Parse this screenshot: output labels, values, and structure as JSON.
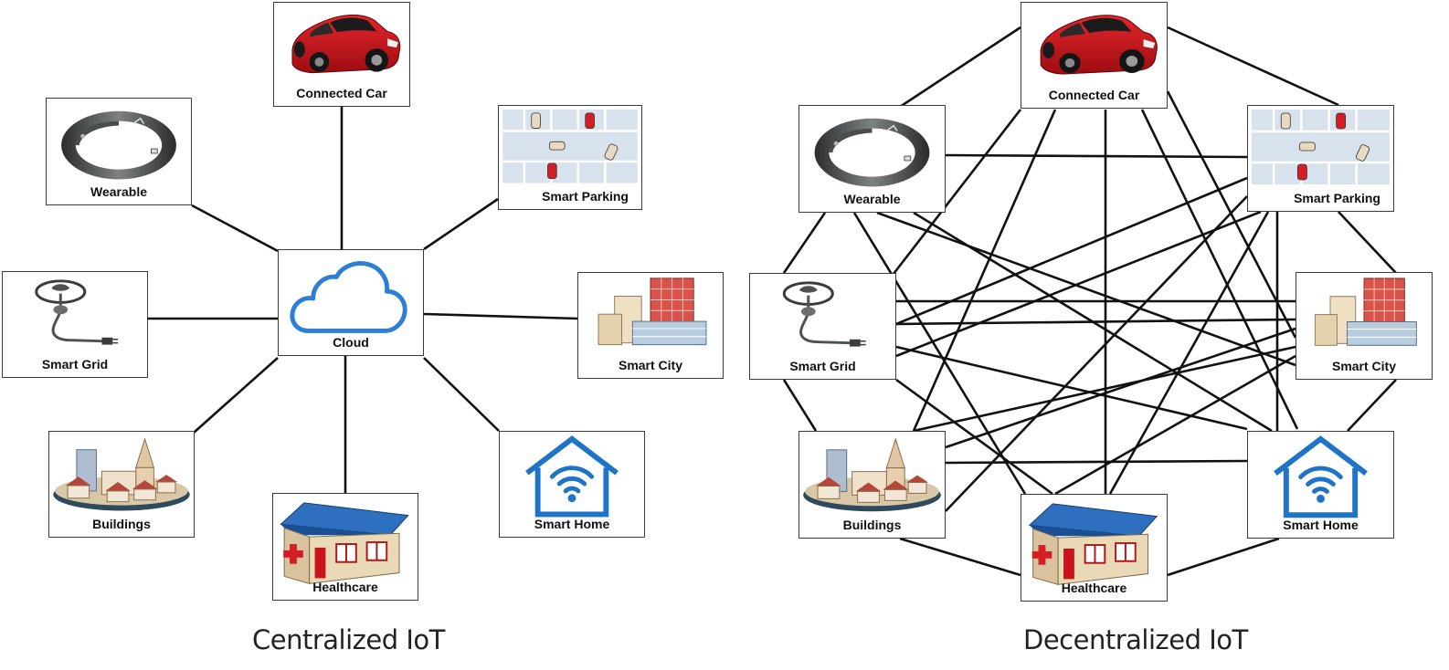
{
  "centralized": {
    "caption": "Centralized IoT",
    "hub": {
      "label": "Cloud",
      "icon": "cloud-icon"
    },
    "nodes": [
      {
        "id": "car",
        "label": "Connected Car",
        "icon": "car-icon"
      },
      {
        "id": "wearable",
        "label": "Wearable",
        "icon": "wearable-band-icon"
      },
      {
        "id": "parking",
        "label": "Smart Parking",
        "icon": "parking-lot-icon"
      },
      {
        "id": "grid",
        "label": "Smart Grid",
        "icon": "power-plug-icon"
      },
      {
        "id": "city",
        "label": "Smart City",
        "icon": "city-buildings-icon"
      },
      {
        "id": "buildings",
        "label": "Buildings",
        "icon": "town-buildings-icon"
      },
      {
        "id": "home",
        "label": "Smart Home",
        "icon": "wifi-house-icon"
      },
      {
        "id": "health",
        "label": "Healthcare",
        "icon": "hospital-icon"
      }
    ]
  },
  "decentralized": {
    "caption": "Decentralized IoT",
    "nodes": [
      {
        "id": "car",
        "label": "Connected Car",
        "icon": "car-icon"
      },
      {
        "id": "wearable",
        "label": "Wearable",
        "icon": "wearable-band-icon"
      },
      {
        "id": "parking",
        "label": "Smart Parking",
        "icon": "parking-lot-icon"
      },
      {
        "id": "grid",
        "label": "Smart Grid",
        "icon": "power-plug-icon"
      },
      {
        "id": "city",
        "label": "Smart City",
        "icon": "city-buildings-icon"
      },
      {
        "id": "buildings",
        "label": "Buildings",
        "icon": "town-buildings-icon"
      },
      {
        "id": "home",
        "label": "Smart Home",
        "icon": "wifi-house-icon"
      },
      {
        "id": "health",
        "label": "Healthcare",
        "icon": "hospital-icon"
      }
    ]
  },
  "colors": {
    "link": "#111111",
    "cloud": "#2b7fd4",
    "car": "#c8141a",
    "home": "#1f74c8",
    "roof": "#2f6fc0"
  }
}
